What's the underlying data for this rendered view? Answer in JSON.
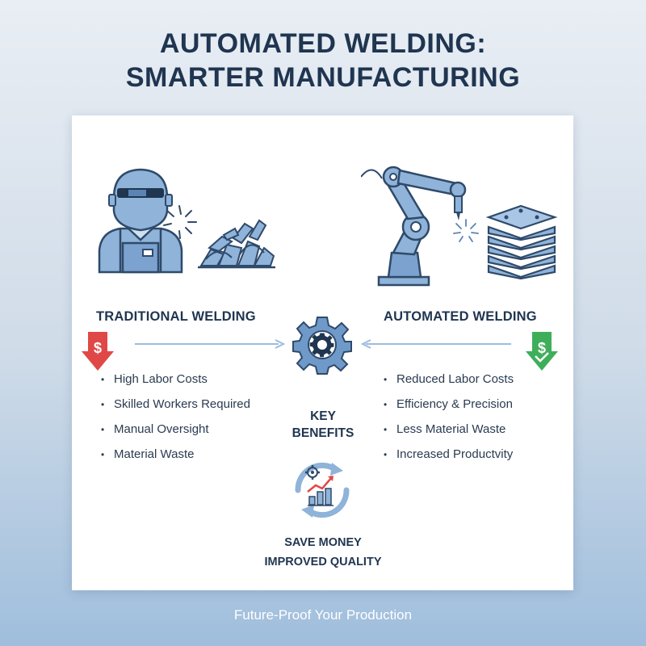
{
  "title_line1": "AUTOMATED WELDING:",
  "title_line2": "SMARTER MANUFACTURING",
  "traditional": {
    "heading": "TRADITIONAL WELDING",
    "items": [
      "High Labor Costs",
      "Skilled Workers Required",
      "Manual Oversight",
      "Material Waste"
    ]
  },
  "automated": {
    "heading": "AUTOMATED WELDING",
    "items": [
      "Reduced Labor Costs",
      "Efficiency & Precision",
      "Less Material Waste",
      "Increased Productvity"
    ]
  },
  "center": {
    "benefits_line1": "KEY",
    "benefits_line2": "BENEFITS",
    "save_money": "SAVE MONEY",
    "improved_quality": "IMPROVED QUALITY"
  },
  "footer": "Future-Proof Your Production",
  "icons": {
    "dollar_down": "$",
    "dollar_up": "$"
  },
  "colors": {
    "title": "#1f3550",
    "icon_blue": "#8fb3d9",
    "icon_stroke": "#2f4a6a",
    "down_red": "#e04848",
    "up_green": "#3fae5a",
    "gear_blue": "#6f99c8"
  }
}
